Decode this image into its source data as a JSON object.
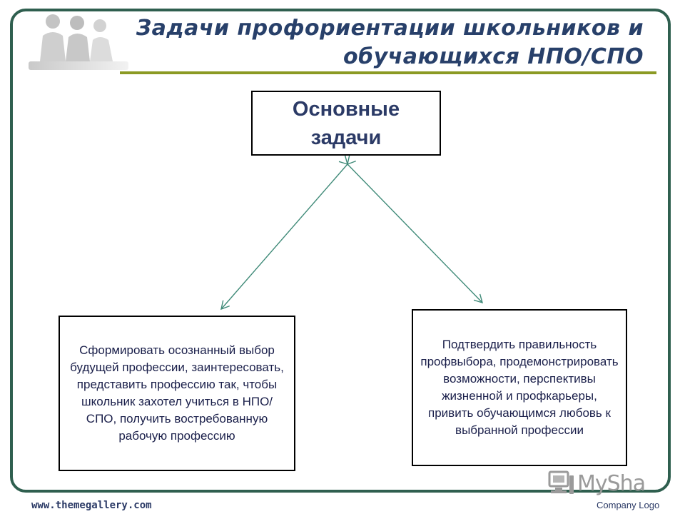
{
  "slide": {
    "title_line1": "Задачи профориентации школьников и",
    "title_line2": "обучающихся НПО/СПО"
  },
  "diagram": {
    "main_box": {
      "line1": "Основные",
      "line2": "задачи"
    },
    "left_box": {
      "text": "Сформировать осознанный выбор будущей профессии, заинтересовать, представить профессию так, чтобы школьник захотел учиться в НПО/СПО,  получить востребованную рабочую профессию"
    },
    "right_box": {
      "text": "Подтвердить правильность профвыбора, продемонстрировать возможности, перспективы жизненной и профкарьеры, привить обучающимся любовь к выбранной профессии"
    }
  },
  "footer": {
    "website": "www.themegallery.com",
    "company": "Company Logo",
    "logo_text": "MySha"
  },
  "colors": {
    "frame": "#2f5f4f",
    "title": "#28406a",
    "rule": "#8b9a24",
    "arrow": "#3f8a78"
  },
  "icons": {
    "people": "people-silhouette-icon",
    "logo": "computer-logo-icon"
  }
}
